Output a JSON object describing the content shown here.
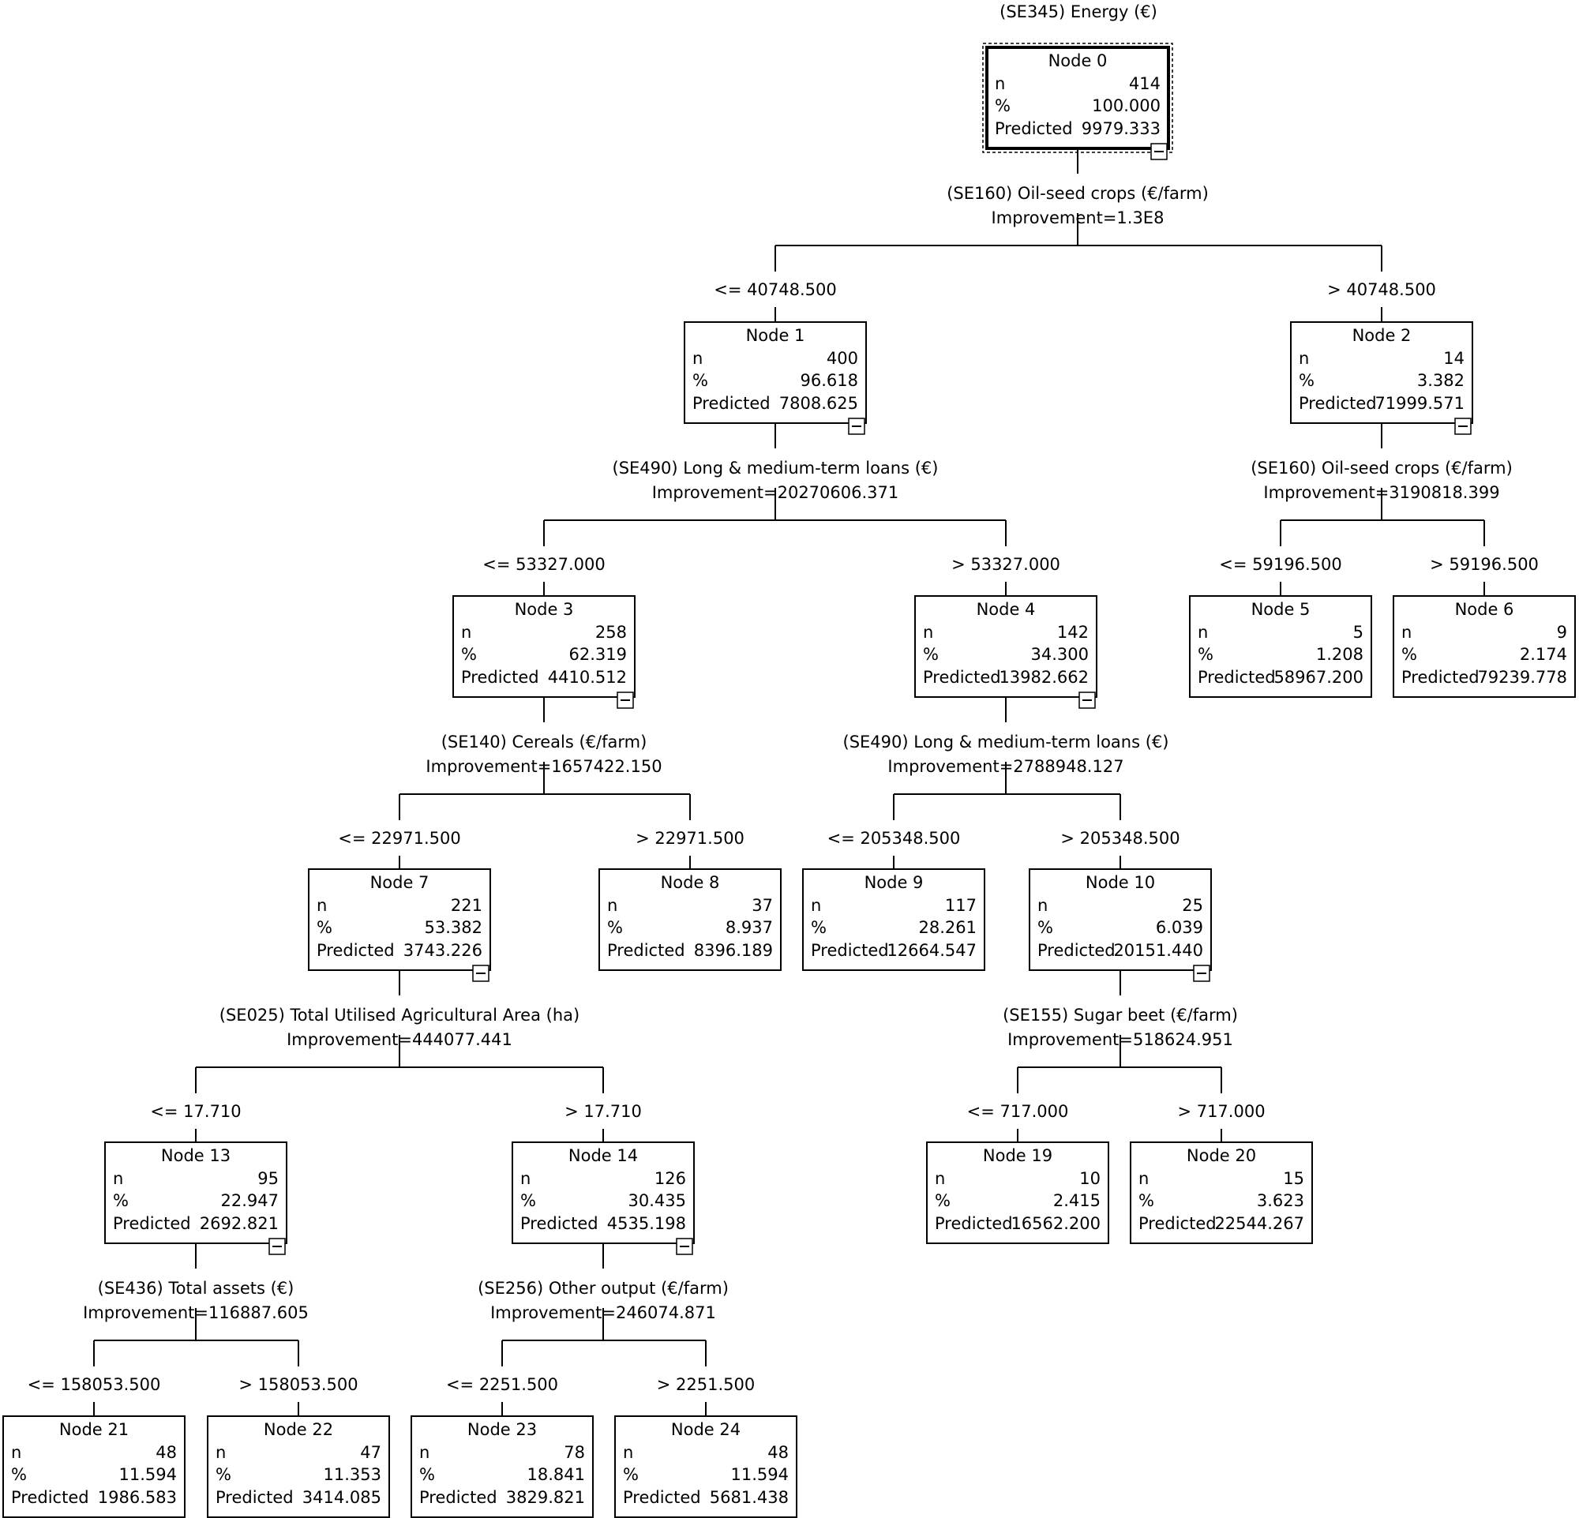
{
  "title": "(SE345) Energy (€)",
  "stat_labels": {
    "n": "n",
    "pct": "%",
    "pred": "Predicted"
  },
  "nodes": [
    {
      "id": "0",
      "label": "Node 0",
      "n": "414",
      "pct": "100.000",
      "pred": "9979.333"
    },
    {
      "id": "1",
      "label": "Node 1",
      "n": "400",
      "pct": "96.618",
      "pred": "7808.625"
    },
    {
      "id": "2",
      "label": "Node 2",
      "n": "14",
      "pct": "3.382",
      "pred": "71999.571"
    },
    {
      "id": "3",
      "label": "Node 3",
      "n": "258",
      "pct": "62.319",
      "pred": "4410.512"
    },
    {
      "id": "4",
      "label": "Node 4",
      "n": "142",
      "pct": "34.300",
      "pred": "13982.662"
    },
    {
      "id": "5",
      "label": "Node 5",
      "n": "5",
      "pct": "1.208",
      "pred": "58967.200"
    },
    {
      "id": "6",
      "label": "Node 6",
      "n": "9",
      "pct": "2.174",
      "pred": "79239.778"
    },
    {
      "id": "7",
      "label": "Node 7",
      "n": "221",
      "pct": "53.382",
      "pred": "3743.226"
    },
    {
      "id": "8",
      "label": "Node 8",
      "n": "37",
      "pct": "8.937",
      "pred": "8396.189"
    },
    {
      "id": "9",
      "label": "Node 9",
      "n": "117",
      "pct": "28.261",
      "pred": "12664.547"
    },
    {
      "id": "10",
      "label": "Node 10",
      "n": "25",
      "pct": "6.039",
      "pred": "20151.440"
    },
    {
      "id": "13",
      "label": "Node 13",
      "n": "95",
      "pct": "22.947",
      "pred": "2692.821"
    },
    {
      "id": "14",
      "label": "Node 14",
      "n": "126",
      "pct": "30.435",
      "pred": "4535.198"
    },
    {
      "id": "19",
      "label": "Node 19",
      "n": "10",
      "pct": "2.415",
      "pred": "16562.200"
    },
    {
      "id": "20",
      "label": "Node 20",
      "n": "15",
      "pct": "3.623",
      "pred": "22544.267"
    },
    {
      "id": "21",
      "label": "Node 21",
      "n": "48",
      "pct": "11.594",
      "pred": "1986.583"
    },
    {
      "id": "22",
      "label": "Node 22",
      "n": "47",
      "pct": "11.353",
      "pred": "3414.085"
    },
    {
      "id": "23",
      "label": "Node 23",
      "n": "78",
      "pct": "18.841",
      "pred": "3829.821"
    },
    {
      "id": "24",
      "label": "Node 24",
      "n": "48",
      "pct": "11.594",
      "pred": "5681.438"
    }
  ],
  "splits": [
    {
      "parent": "0",
      "variable": "(SE160) Oil-seed crops (€/farm)",
      "improvement": "Improvement=1.3E8",
      "left": {
        "child": "1",
        "condition": "<= 40748.500"
      },
      "right": {
        "child": "2",
        "condition": "> 40748.500"
      }
    },
    {
      "parent": "1",
      "variable": "(SE490) Long & medium-term loans (€)",
      "improvement": "Improvement=20270606.371",
      "left": {
        "child": "3",
        "condition": "<= 53327.000"
      },
      "right": {
        "child": "4",
        "condition": "> 53327.000"
      }
    },
    {
      "parent": "2",
      "variable": "(SE160) Oil-seed crops (€/farm)",
      "improvement": "Improvement=3190818.399",
      "left": {
        "child": "5",
        "condition": "<= 59196.500"
      },
      "right": {
        "child": "6",
        "condition": "> 59196.500"
      }
    },
    {
      "parent": "3",
      "variable": "(SE140) Cereals (€/farm)",
      "improvement": "Improvement=1657422.150",
      "left": {
        "child": "7",
        "condition": "<= 22971.500"
      },
      "right": {
        "child": "8",
        "condition": "> 22971.500"
      }
    },
    {
      "parent": "4",
      "variable": "(SE490) Long & medium-term loans (€)",
      "improvement": "Improvement=2788948.127",
      "left": {
        "child": "9",
        "condition": "<= 205348.500"
      },
      "right": {
        "child": "10",
        "condition": "> 205348.500"
      }
    },
    {
      "parent": "7",
      "variable": "(SE025) Total Utilised Agricultural Area (ha)",
      "improvement": "Improvement=444077.441",
      "left": {
        "child": "13",
        "condition": "<= 17.710"
      },
      "right": {
        "child": "14",
        "condition": "> 17.710"
      }
    },
    {
      "parent": "10",
      "variable": "(SE155) Sugar beet (€/farm)",
      "improvement": "Improvement=518624.951",
      "left": {
        "child": "19",
        "condition": "<= 717.000"
      },
      "right": {
        "child": "20",
        "condition": "> 717.000"
      }
    },
    {
      "parent": "13",
      "variable": "(SE436) Total assets (€)",
      "improvement": "Improvement=116887.605",
      "left": {
        "child": "21",
        "condition": "<= 158053.500"
      },
      "right": {
        "child": "22",
        "condition": "> 158053.500"
      }
    },
    {
      "parent": "14",
      "variable": "(SE256) Other output (€/farm)",
      "improvement": "Improvement=246074.871",
      "left": {
        "child": "23",
        "condition": "<= 2251.500"
      },
      "right": {
        "child": "24",
        "condition": "> 2251.500"
      }
    }
  ],
  "colors": {
    "line": "#000000",
    "box_fill": "#ffffff",
    "text": "#000000"
  }
}
